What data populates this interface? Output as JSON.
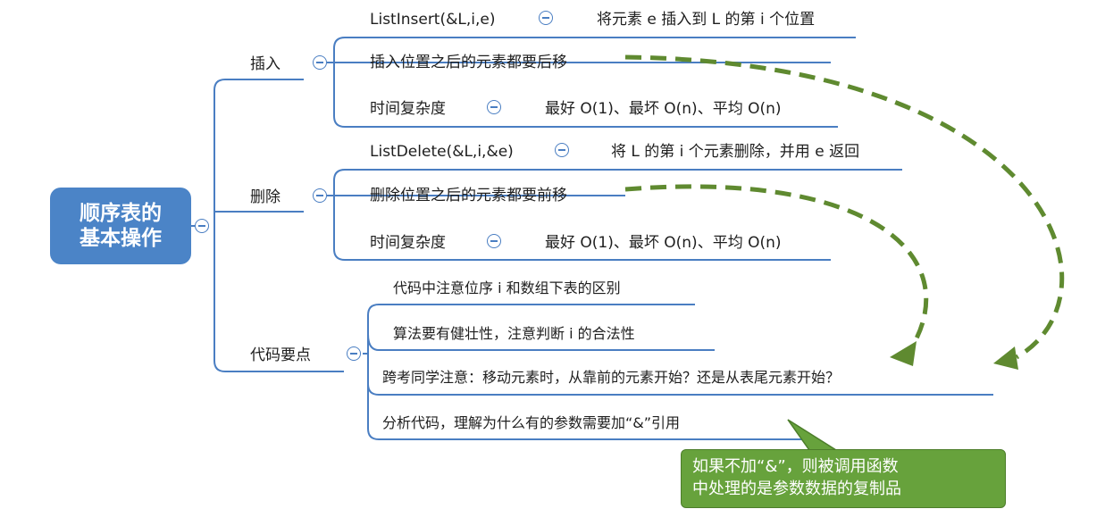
{
  "root": {
    "line1": "顺序表的",
    "line2": "基本操作"
  },
  "branches": {
    "insert": {
      "label": "插入",
      "items": {
        "api": {
          "label": "ListInsert(&L,i,e)",
          "desc": "将元素 e 插入到 L 的第 i 个位置"
        },
        "move": {
          "label": "插入位置之后的元素都要后移"
        },
        "complexity": {
          "label": "时间复杂度",
          "desc": "最好 O(1)、最坏 O(n)、平均 O(n)"
        }
      }
    },
    "delete": {
      "label": "删除",
      "items": {
        "api": {
          "label": "ListDelete(&L,i,&e)",
          "desc": "将 L 的第 i 个元素删除，并用 e 返回"
        },
        "move": {
          "label": "删除位置之后的元素都要前移"
        },
        "complexity": {
          "label": "时间复杂度",
          "desc": "最好 O(1)、最坏 O(n)、平均 O(n)"
        }
      }
    },
    "key_points": {
      "label": "代码要点",
      "items": [
        "代码中注意位序 i 和数组下表的区别",
        "算法要有健壮性，注意判断 i 的合法性",
        "跨考同学注意：移动元素时，从靠前的元素开始？还是从表尾元素开始？",
        "分析代码，理解为什么有的参数需要加“&”引用"
      ]
    }
  },
  "callout": {
    "line1": "如果不加“&”，则被调用函数",
    "line2": "中处理的是参数数据的复制品"
  },
  "colors": {
    "branch": "#4a7ec2",
    "root_fill": "#4b84c7",
    "arrow": "#5f8a30",
    "callout_fill": "#67a23c",
    "text": "#1e1e1e"
  },
  "icons": {
    "collapse": "minus-circle-icon"
  }
}
